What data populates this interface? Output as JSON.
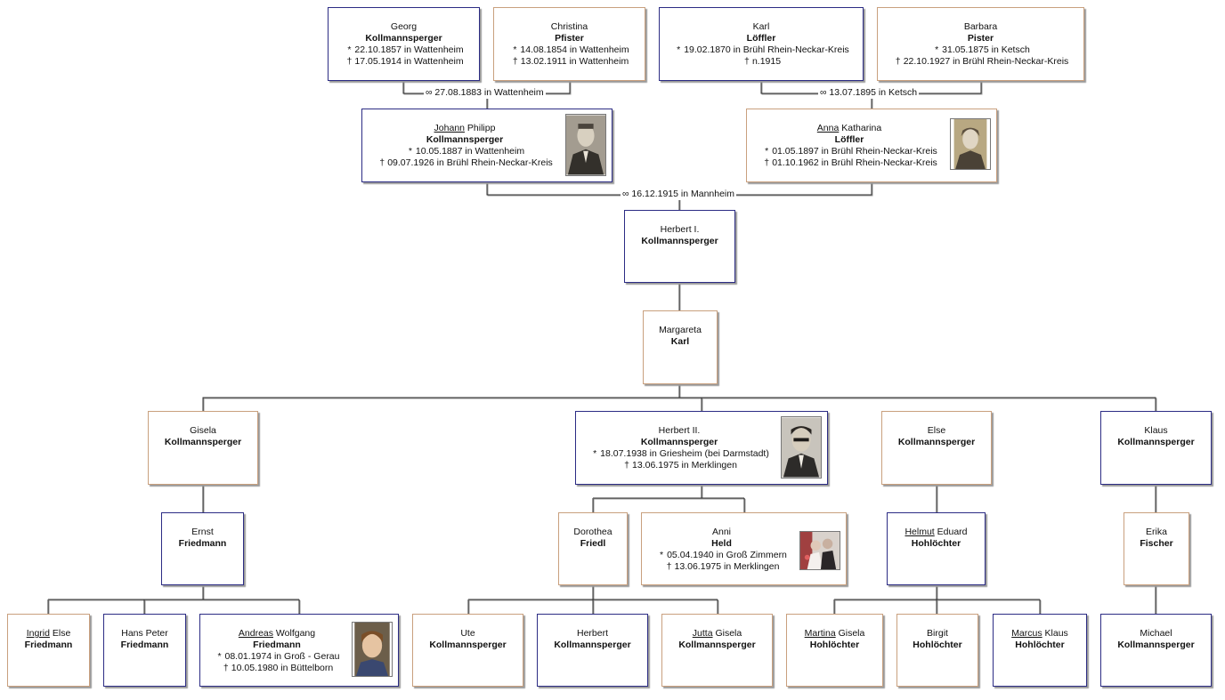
{
  "symbols": {
    "birth": "*",
    "death": "†",
    "marriage": "∞"
  },
  "marriages": {
    "m1": "27.08.1883 in Wattenheim",
    "m2": "13.07.1895 in Ketsch",
    "m3": "16.12.1915 in Mannheim"
  },
  "people": {
    "georg": {
      "given": "Georg",
      "surname": "Kollmannsperger",
      "birth": "22.10.1857 in Wattenheim",
      "death": "17.05.1914 in Wattenheim"
    },
    "christina": {
      "given": "Christina",
      "surname": "Pfister",
      "birth": "14.08.1854 in Wattenheim",
      "death": "13.02.1911 in Wattenheim"
    },
    "karl": {
      "given": "Karl",
      "surname": "Löffler",
      "birth": "19.02.1870 in Brühl Rhein-Neckar-Kreis",
      "death": "n.1915"
    },
    "barbara": {
      "given": "Barbara",
      "surname": "Pister",
      "birth": "31.05.1875 in Ketsch",
      "death": "22.10.1927 in Brühl Rhein-Neckar-Kreis"
    },
    "johann": {
      "call": "Johann",
      "given_rest": "Philipp",
      "surname": "Kollmannsperger",
      "birth": "10.05.1887 in Wattenheim",
      "death": "09.07.1926 in Brühl Rhein-Neckar-Kreis"
    },
    "anna": {
      "call": "Anna",
      "given_rest": "Katharina",
      "surname": "Löffler",
      "birth": "01.05.1897 in Brühl Rhein-Neckar-Kreis",
      "death": "01.10.1962 in Brühl Rhein-Neckar-Kreis"
    },
    "herbert1": {
      "given": "Herbert I.",
      "surname": "Kollmannsperger"
    },
    "margareta": {
      "given": "Margareta",
      "surname": "Karl"
    },
    "gisela": {
      "given": "Gisela",
      "surname": "Kollmannsperger"
    },
    "herbert2": {
      "given": "Herbert II.",
      "surname": "Kollmannsperger",
      "birth": "18.07.1938 in Griesheim (bei Darmstadt)",
      "death": "13.06.1975 in Merklingen"
    },
    "else": {
      "given": "Else",
      "surname": "Kollmannsperger"
    },
    "klaus": {
      "given": "Klaus",
      "surname": "Kollmannsperger"
    },
    "ernst": {
      "given": "Ernst",
      "surname": "Friedmann"
    },
    "dorothea": {
      "given": "Dorothea",
      "surname": "Friedl"
    },
    "anni": {
      "given": "Anni",
      "surname": "Held",
      "birth": "05.04.1940 in Groß Zimmern",
      "death": "13.06.1975 in Merklingen"
    },
    "helmut": {
      "call": "Helmut",
      "given_rest": "Eduard",
      "surname": "Hohlöchter"
    },
    "erika": {
      "given": "Erika",
      "surname": "Fischer"
    },
    "ingrid": {
      "call": "Ingrid",
      "given_rest": "Else",
      "surname": "Friedmann"
    },
    "hanspeter": {
      "given": "Hans Peter",
      "surname": "Friedmann"
    },
    "andreas": {
      "call": "Andreas",
      "given_rest": "Wolfgang",
      "surname": "Friedmann",
      "birth": "08.01.1974 in Groß - Gerau",
      "death": "10.05.1980 in Büttelborn"
    },
    "ute": {
      "given": "Ute",
      "surname": "Kollmannsperger"
    },
    "herbert3": {
      "given": "Herbert",
      "surname": "Kollmannsperger"
    },
    "jutta": {
      "call": "Jutta",
      "given_rest": "Gisela",
      "surname": "Kollmannsperger"
    },
    "martina": {
      "call": "Martina",
      "given_rest": "Gisela",
      "surname": "Hohlöchter"
    },
    "birgit": {
      "given": "Birgit",
      "surname": "Hohlöchter"
    },
    "marcus": {
      "call": "Marcus",
      "given_rest": "Klaus",
      "surname": "Hohlöchter"
    },
    "michael": {
      "given": "Michael",
      "surname": "Kollmannsperger"
    }
  }
}
